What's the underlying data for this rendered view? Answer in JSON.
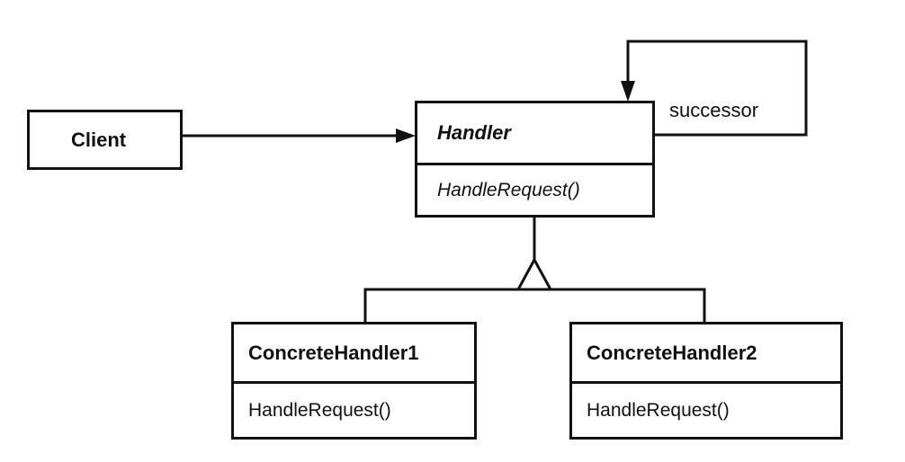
{
  "diagram": {
    "client": {
      "name": "Client"
    },
    "handler": {
      "name": "Handler",
      "operation": "HandleRequest()"
    },
    "successor_label": "successor",
    "concrete1": {
      "name": "ConcreteHandler1",
      "operation": "HandleRequest()"
    },
    "concrete2": {
      "name": "ConcreteHandler2",
      "operation": "HandleRequest()"
    }
  }
}
